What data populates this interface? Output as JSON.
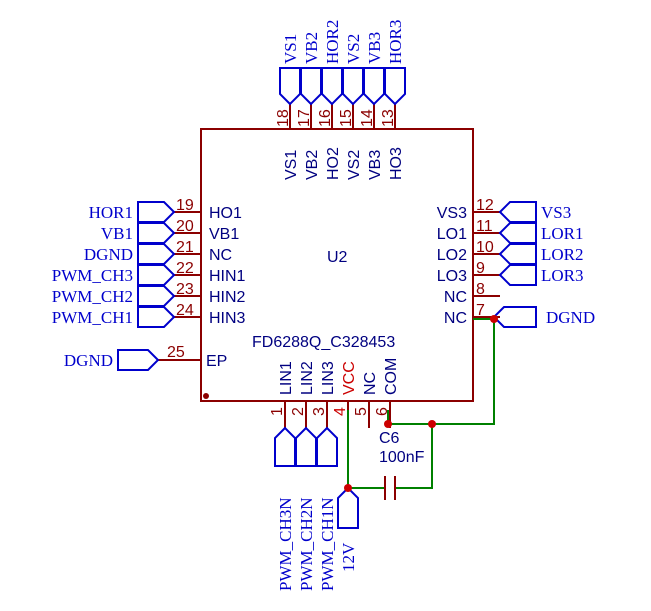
{
  "component": {
    "ref": "U2",
    "part": "FD6288Q_C328453"
  },
  "top_pins": [
    {
      "num": "18",
      "name": "VS1",
      "net": "VS1"
    },
    {
      "num": "17",
      "name": "VB2",
      "net": "VB2"
    },
    {
      "num": "16",
      "name": "HO2",
      "net": "HOR2"
    },
    {
      "num": "15",
      "name": "VS2",
      "net": "VS2"
    },
    {
      "num": "14",
      "name": "VB3",
      "net": "VB3"
    },
    {
      "num": "13",
      "name": "HO3",
      "net": "HOR3"
    }
  ],
  "left_pins": [
    {
      "num": "19",
      "name": "HO1",
      "net": "HOR1"
    },
    {
      "num": "20",
      "name": "VB1",
      "net": "VB1"
    },
    {
      "num": "21",
      "name": "NC",
      "net": "DGND"
    },
    {
      "num": "22",
      "name": "HIN1",
      "net": "PWM_CH3"
    },
    {
      "num": "23",
      "name": "HIN2",
      "net": "PWM_CH2"
    },
    {
      "num": "24",
      "name": "HIN3",
      "net": "PWM_CH1"
    }
  ],
  "ep_pin": {
    "num": "25",
    "name": "EP",
    "net": "DGND"
  },
  "right_pins": [
    {
      "num": "12",
      "name": "VS3",
      "net": "VS3"
    },
    {
      "num": "11",
      "name": "LO1",
      "net": "LOR1"
    },
    {
      "num": "10",
      "name": "LO2",
      "net": "LOR2"
    },
    {
      "num": "9",
      "name": "LO3",
      "net": "LOR3"
    },
    {
      "num": "8",
      "name": "NC",
      "net": ""
    },
    {
      "num": "7",
      "name": "NC",
      "net": "DGND"
    }
  ],
  "bottom_pins": [
    {
      "num": "1",
      "name": "LIN1",
      "net": "PWM_CH3N",
      "red": false
    },
    {
      "num": "2",
      "name": "LIN2",
      "net": "PWM_CH2N",
      "red": false
    },
    {
      "num": "3",
      "name": "LIN3",
      "net": "PWM_CH1N",
      "red": false
    },
    {
      "num": "4",
      "name": "VCC",
      "net": "12V",
      "red": true
    },
    {
      "num": "5",
      "name": "NC",
      "net": "",
      "red": false
    },
    {
      "num": "6",
      "name": "COM",
      "net": "",
      "red": false
    }
  ],
  "capacitor": {
    "ref": "C6",
    "value": "100nF"
  },
  "colors": {
    "pin": "#8b0000",
    "wire": "#008000",
    "net_label": "#0000cc",
    "pin_name": "#000080",
    "highlight": "#cc0000"
  }
}
